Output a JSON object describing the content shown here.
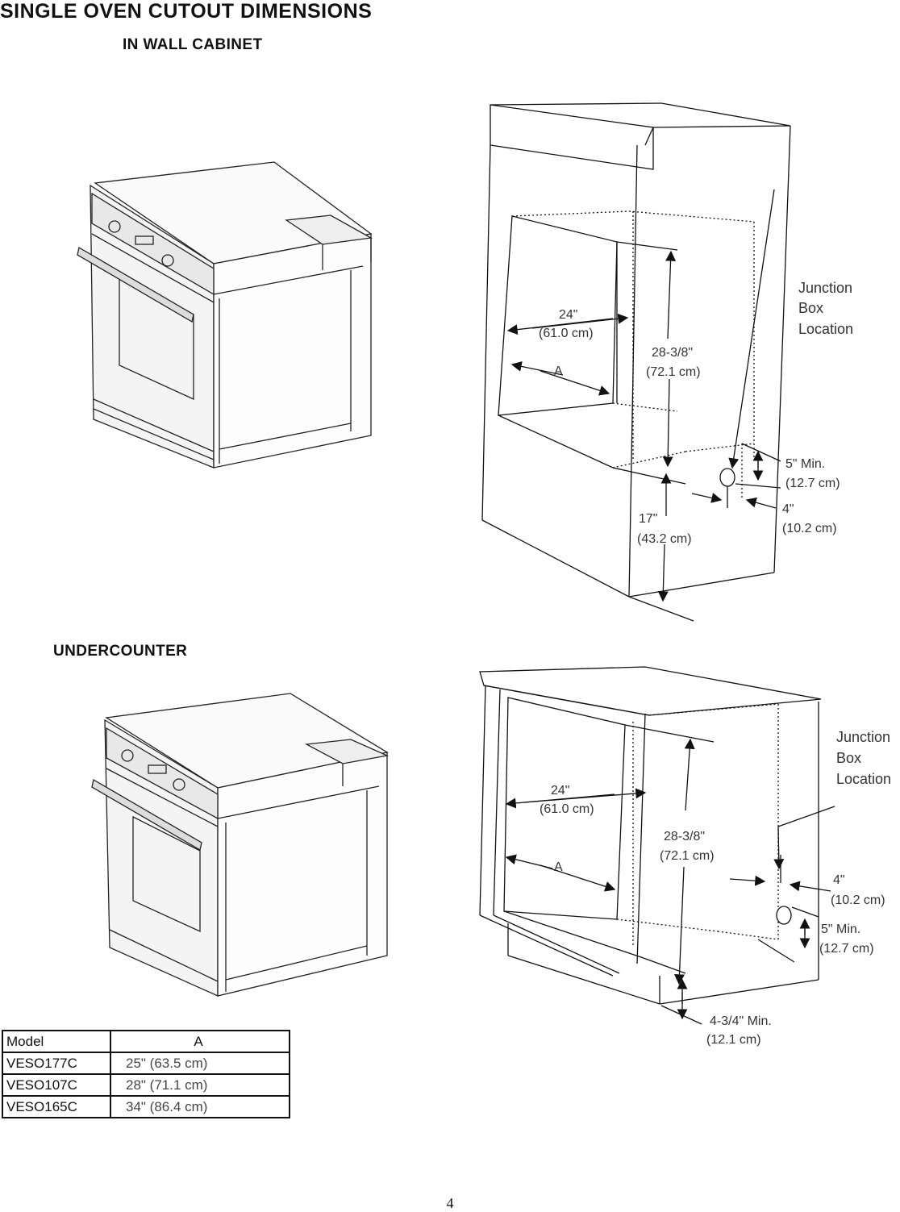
{
  "title": "SINGLE OVEN CUTOUT DIMENSIONS",
  "sections": {
    "wall": {
      "heading": "IN WALL CABINET"
    },
    "under": {
      "heading": "UNDERCOUNTER"
    }
  },
  "wall_dims": {
    "width_in": "24\"",
    "width_cm": "(61.0 cm)",
    "depth_label": "A",
    "height_in": "28-3/8\"",
    "height_cm": "(72.1 cm)",
    "floor_in": "17\"",
    "floor_cm": "(43.2 cm)",
    "jb_line1": "Junction",
    "jb_line2": "Box",
    "jb_line3": "Location",
    "min5_in": "5\" Min.",
    "min5_cm": "(12.7 cm)",
    "four_in": "4\"",
    "four_cm": "(10.2 cm)"
  },
  "under_dims": {
    "width_in": "24\"",
    "width_cm": "(61.0 cm)",
    "depth_label": "A",
    "height_in": "28-3/8\"",
    "height_cm": "(72.1 cm)",
    "jb_line1": "Junction",
    "jb_line2": "Box",
    "jb_line3": "Location",
    "four_in": "4\"",
    "four_cm": "(10.2 cm)",
    "min5_in": "5\" Min.",
    "min5_cm": "(12.7 cm)",
    "floor_in": "4-3/4\" Min.",
    "floor_cm": "(12.1 cm)"
  },
  "model_table": {
    "headers": [
      "Model",
      "A"
    ],
    "rows": [
      [
        "VESO177C",
        "25\" (63.5 cm)"
      ],
      [
        "VESO107C",
        "28\" (71.1 cm)"
      ],
      [
        "VESO165C",
        "34\" (86.4 cm)"
      ]
    ]
  },
  "page_number": "4"
}
